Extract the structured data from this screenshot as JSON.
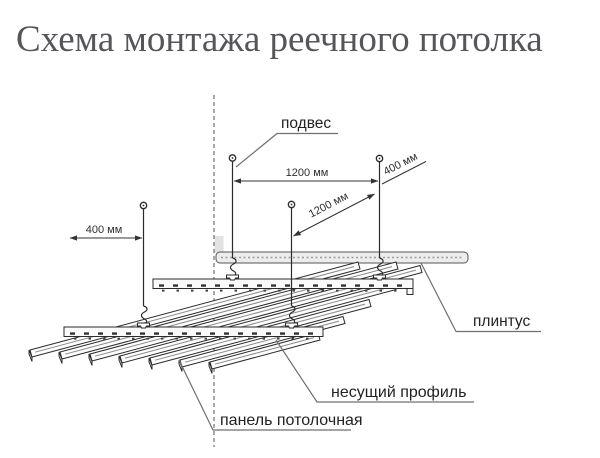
{
  "title": "Схема монтажа реечного потолка",
  "callouts": {
    "hanger": "подвес",
    "plinth": "плинтус",
    "carrier_profile": "несущий профиль",
    "ceiling_panel": "панель потолочная"
  },
  "dimensions": {
    "left_offset": "400 мм",
    "hanger_spacing": "1200 мм",
    "row_spacing": "1200 мм",
    "wall_offset": "400 мм"
  },
  "colors": {
    "line": "#2b2b2b",
    "leader": "#6f6f6f",
    "title_text": "#55555a",
    "label_text": "#222222",
    "dim_text": "#2f2f2f"
  }
}
